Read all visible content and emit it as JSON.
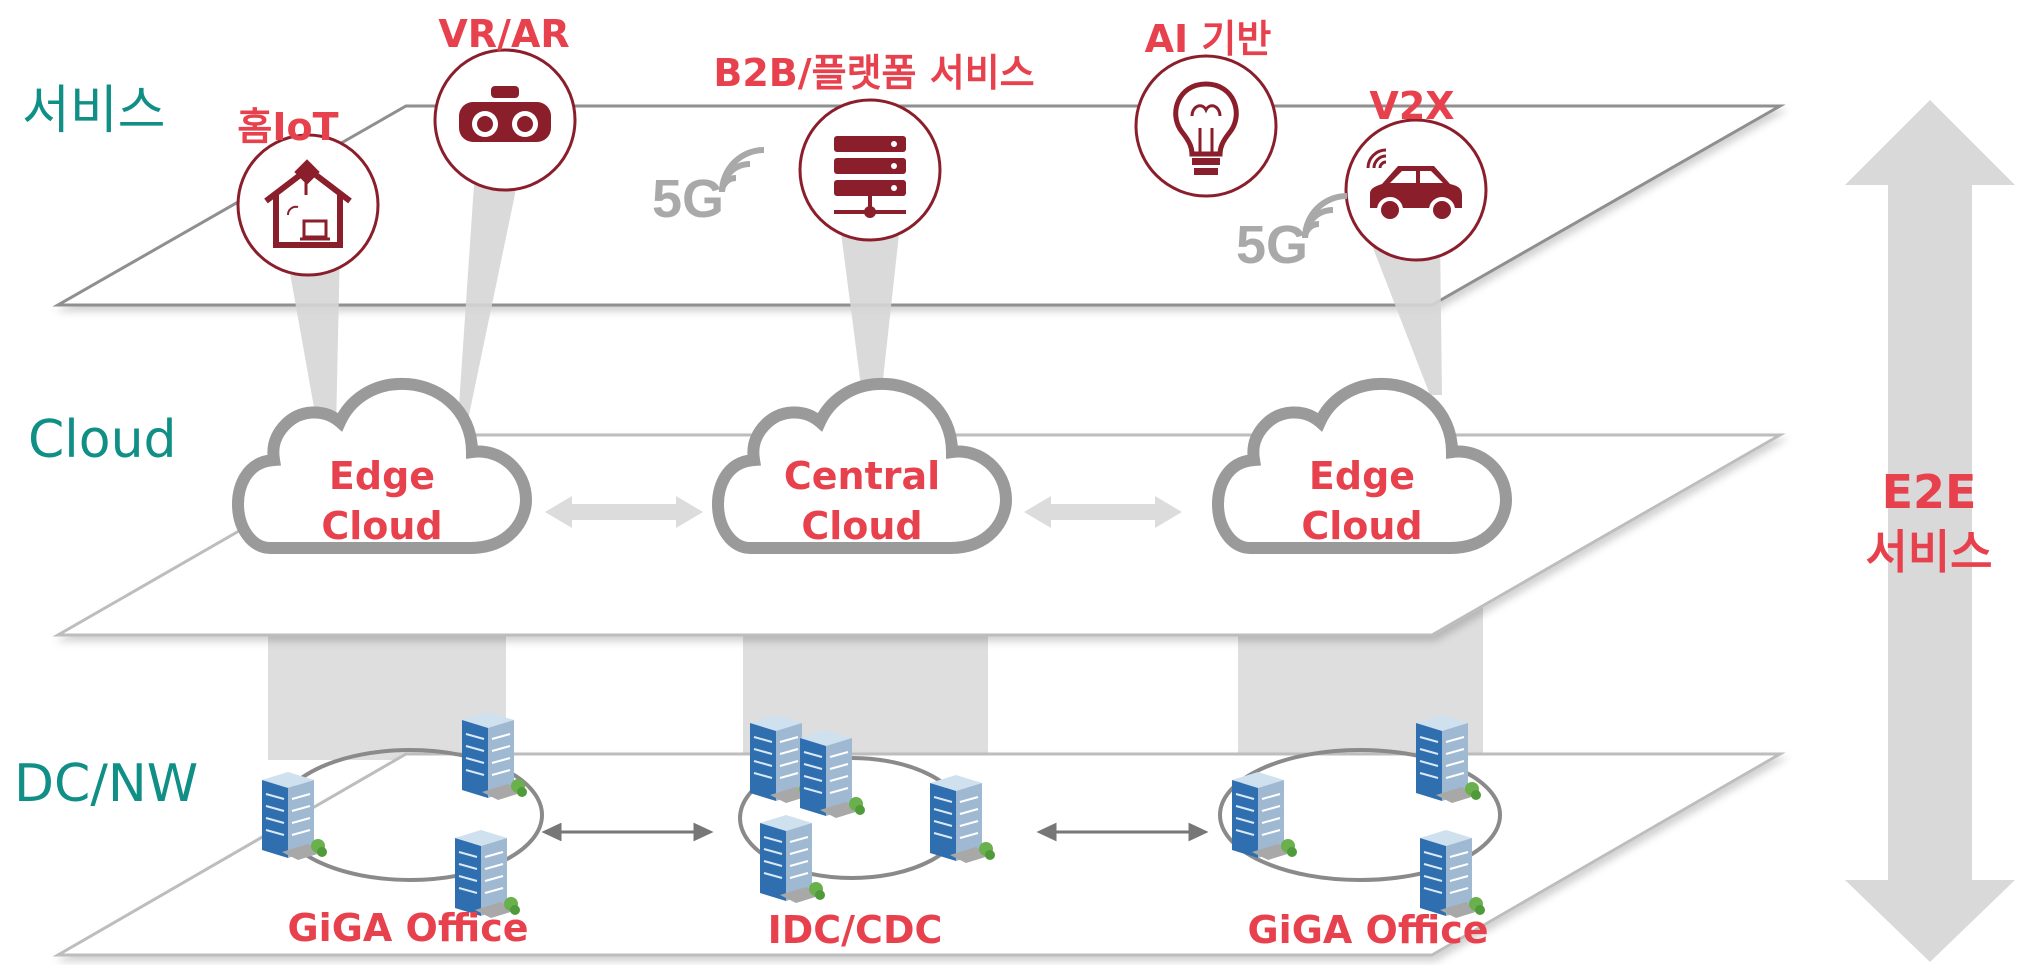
{
  "layers": {
    "service": "서비스",
    "cloud": "Cloud",
    "dcnw": "DC/NW"
  },
  "services": {
    "home_iot": "홈IoT",
    "vr_ar": "VR/AR",
    "b2b": "B2B/플랫폼 서비스",
    "ai": "AI 기반",
    "v2x": "V2X"
  },
  "fiveg": [
    "5G",
    "5G"
  ],
  "clouds": {
    "left": [
      "Edge",
      "Cloud"
    ],
    "center": [
      "Central",
      "Cloud"
    ],
    "right": [
      "Edge",
      "Cloud"
    ]
  },
  "sites": {
    "left": "GiGA Office",
    "center": "IDC/CDC",
    "right": "GiGA Office"
  },
  "e2e": [
    "E2E",
    "서비스"
  ],
  "colors": {
    "accent_red": "#e8414e",
    "teal": "#0f8f86",
    "icon_dark_red": "#8b1e2b",
    "gray": "#9e9e9e"
  },
  "icons": [
    "house-iot-icon",
    "vr-headset-icon",
    "server-icon",
    "ai-brain-bulb-icon",
    "connected-car-icon",
    "building-icon"
  ]
}
